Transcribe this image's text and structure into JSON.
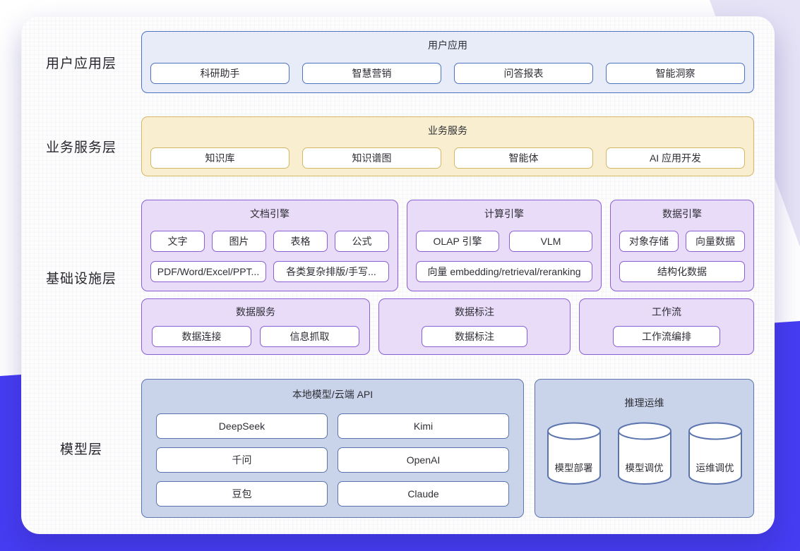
{
  "colors": {
    "background_indigo": "#463cf2",
    "background_wedge": "#e7e3f6",
    "card_background": "#fdfdfe",
    "blue_fill": "#e7ecf8",
    "blue_border": "#4a73c0",
    "yellow_fill": "#f9efd0",
    "yellow_border": "#d3b766",
    "purple_fill": "#e9dcf8",
    "purple_border": "#8a5fd4",
    "navy_fill": "#c9d4ea",
    "navy_border": "#5b74ad",
    "text": "#2e2e36"
  },
  "layers": {
    "user": {
      "label": "用户应用层",
      "group": {
        "title": "用户应用",
        "items": [
          "科研助手",
          "智慧营销",
          "问答报表",
          "智能洞察"
        ]
      }
    },
    "biz": {
      "label": "业务服务层",
      "group": {
        "title": "业务服务",
        "items": [
          "知识库",
          "知识谱图",
          "智能体",
          "AI 应用开发"
        ]
      }
    },
    "infra": {
      "label": "基础设施层",
      "doc": {
        "title": "文档引擎",
        "row1": [
          "文字",
          "图片",
          "表格",
          "公式"
        ],
        "row2": [
          "PDF/Word/Excel/PPT...",
          "各类复杂排版/手写..."
        ]
      },
      "calc": {
        "title": "计算引擎",
        "row1": [
          "OLAP 引擎",
          "VLM"
        ],
        "row2": [
          "向量 embedding/retrieval/reranking"
        ]
      },
      "data": {
        "title": "数据引擎",
        "row1": [
          "对象存储",
          "向量数据"
        ],
        "row2": [
          "结构化数据"
        ]
      },
      "svc": {
        "title": "数据服务",
        "items": [
          "数据连接",
          "信息抓取"
        ]
      },
      "anno": {
        "title": "数据标注",
        "items": [
          "数据标注"
        ]
      },
      "flow": {
        "title": "工作流",
        "items": [
          "工作流编排"
        ]
      }
    },
    "model": {
      "label": "模型层",
      "local": {
        "title": "本地模型/云端 API",
        "items": [
          "DeepSeek",
          "Kimi",
          "千问",
          "OpenAI",
          "豆包",
          "Claude"
        ]
      },
      "ops": {
        "title": "推理运维",
        "cylinders": [
          "模型部署",
          "模型调优",
          "运维调优"
        ]
      }
    }
  }
}
